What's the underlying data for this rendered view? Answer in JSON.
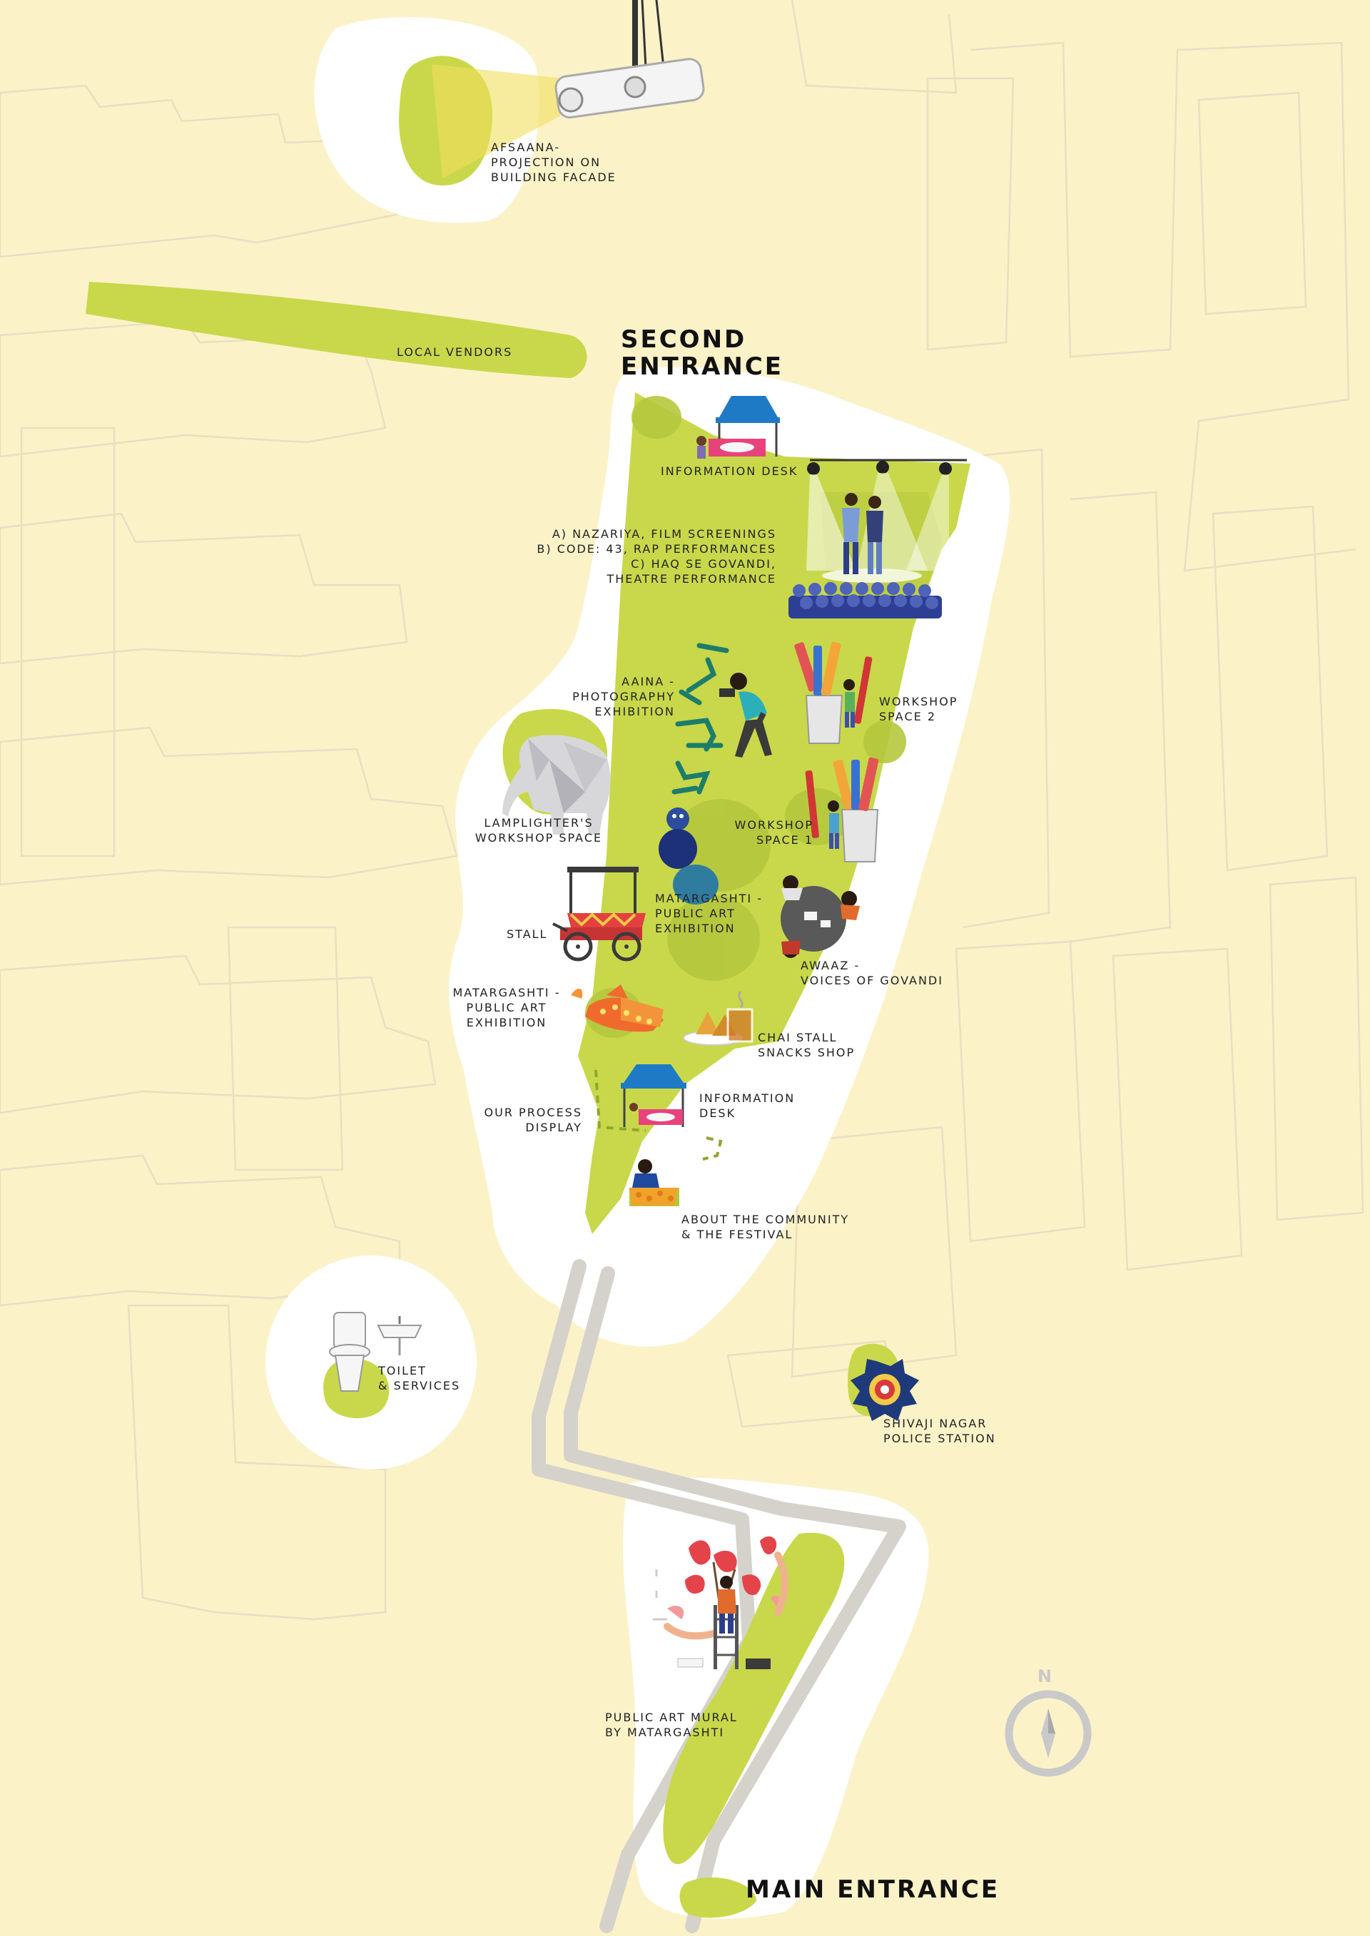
{
  "entrances": {
    "second": [
      "SECOND",
      "ENTRANCE"
    ],
    "main": "MAIN ENTRANCE"
  },
  "labels": {
    "afsaana": [
      "AFSAANA-",
      "PROJECTION ON",
      "BUILDING FACADE"
    ],
    "local_vendors": "LOCAL VENDORS",
    "information_desk_top": "INFORMATION DESK",
    "performances": [
      "A) NAZARIYA, FILM SCREENINGS",
      "B) CODE: 43, RAP PERFORMANCES",
      "C) HAQ SE GOVANDI,",
      "THEATRE PERFORMANCE"
    ],
    "aaina": [
      "AAINA -",
      "PHOTOGRAPHY",
      "EXHIBITION"
    ],
    "workshop_space_2": [
      "WORKSHOP",
      "SPACE 2"
    ],
    "lamplighters": [
      "LAMPLIGHTER'S",
      "WORKSHOP SPACE"
    ],
    "workshop_space_1": [
      "WORKSHOP",
      "SPACE 1"
    ],
    "matargashti_center": [
      "MATARGASHTI -",
      "PUBLIC ART",
      "EXHIBITION"
    ],
    "stall": "STALL",
    "awaaz": [
      "AWAAZ -",
      "VOICES OF GOVANDI"
    ],
    "matargashti_left": [
      "MATARGASHTI -",
      "PUBLIC ART",
      "EXHIBITION"
    ],
    "chai_stall": [
      "CHAI STALL",
      "SNACKS SHOP"
    ],
    "our_process": [
      "OUR PROCESS",
      "DISPLAY"
    ],
    "information_desk_bottom": [
      "INFORMATION",
      "DESK"
    ],
    "about_community": [
      "ABOUT THE COMMUNITY",
      "& THE FESTIVAL"
    ],
    "toilet": [
      "TOILET",
      "& SERVICES"
    ],
    "police_station": [
      "SHIVAJI NAGAR",
      "POLICE STATION"
    ],
    "mural": [
      "PUBLIC ART MURAL",
      "BY MATARGASHTI"
    ],
    "compass_n": "N"
  },
  "icons": [
    "projector-icon",
    "information-tent-icon",
    "stage-performers-icon",
    "audience-seats-icon",
    "photographer-icon",
    "photo-frame-icon",
    "paint-tools-bucket-icon",
    "elephant-icon",
    "clay-figure-icon",
    "food-cart-icon",
    "discussion-table-icon",
    "painted-fish-icon",
    "samosa-tea-icon",
    "community-woman-icon",
    "toilet-icon",
    "sink-icon",
    "police-badge-icon",
    "mural-painter-icon",
    "compass-icon"
  ],
  "colors": {
    "background": "#fbf2c8",
    "building_outline": "#e9dfc1",
    "park_green": "#c8d84a",
    "green_dark": "#b5c83d",
    "white_path": "#ffffff",
    "gray_path": "#d4d2cb",
    "compass": "#c9c9c9"
  }
}
